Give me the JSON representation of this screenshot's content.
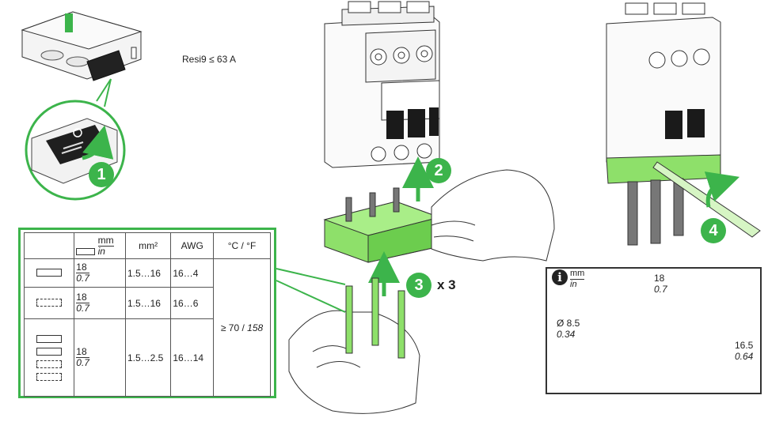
{
  "rating": "Resi9 ≤ 63 A",
  "steps": [
    "1",
    "2",
    "3",
    "4"
  ],
  "step3_multiplier": "x 3",
  "colors": {
    "accent_green": "#3cb44b",
    "module_green": "#8ee06a",
    "module_dark": "#5db544",
    "outline": "#333333"
  },
  "table": {
    "unit_mm": "mm",
    "unit_in": "in",
    "col_mm2": "mm²",
    "col_awg": "AWG",
    "col_temp": "°C / °F",
    "rows": [
      {
        "icon": "solid-wire-icon",
        "len_mm": "18",
        "len_in": "0.7",
        "mm2": "1.5…16",
        "awg": "16…4"
      },
      {
        "icon": "stranded-wire-icon",
        "len_mm": "18",
        "len_in": "0.7",
        "mm2": "1.5…16",
        "awg": "16…6"
      },
      {
        "icon": "ferrule-wire-icon",
        "len_mm": "18",
        "len_in": "0.7",
        "mm2": "1.5…2.5",
        "awg": "16…14"
      }
    ],
    "temp_prefix": "≥ 70 / ",
    "temp_value": "158"
  },
  "dimensions": {
    "unit_mm": "mm",
    "unit_in": "in",
    "pitch_mm": "18",
    "pitch_in": "0.7",
    "dia_mm": "Ø 8.5",
    "dia_in": "0.34",
    "height_mm": "16.5",
    "height_in": "0.64"
  }
}
